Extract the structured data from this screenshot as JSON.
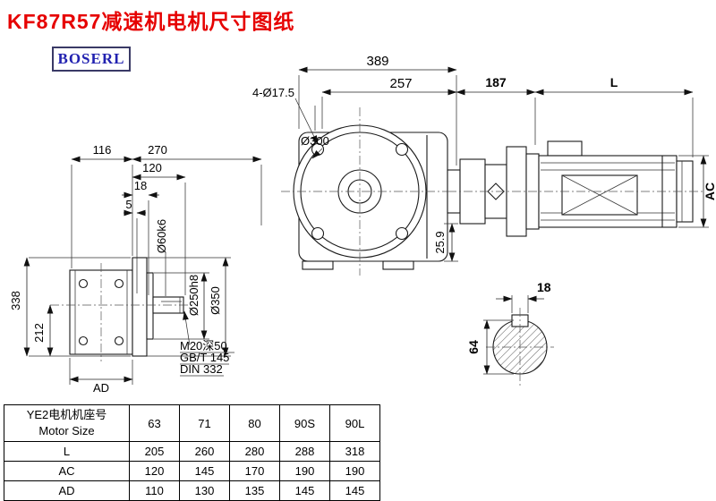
{
  "page": {
    "title": "KF87R57减速机电机尺寸图纸",
    "logo": "BOSERL"
  },
  "dims": {
    "overall_width": "389",
    "flange_width": "257",
    "bolt_holes": "4-Ø17.5",
    "bolt_circle": "Ø300",
    "adapter_length": "187",
    "motor_length": "L",
    "motor_diameter": "AC",
    "depth_offset": "25.9",
    "body_width": "116",
    "body_depth": "270",
    "shaft_length": "120",
    "key_length": "18",
    "shoulder": "5",
    "shaft_fit": "Ø60k6",
    "spigot_fit": "Ø250h8",
    "flange_od": "Ø350",
    "total_height": "338",
    "axis_height": "212",
    "body_ad": "AD",
    "tap_hole": "M20深50",
    "tap_std1": "GB/T 145",
    "tap_std2": "DIN 332",
    "key_width": "18",
    "shaft_diameter": "64"
  },
  "table": {
    "header_cn": "YE2电机机座号",
    "header_en": "Motor Size",
    "sizes": [
      "63",
      "71",
      "80",
      "90S",
      "90L"
    ],
    "rows": [
      {
        "label": "L",
        "values": [
          "205",
          "260",
          "280",
          "288",
          "318"
        ]
      },
      {
        "label": "AC",
        "values": [
          "120",
          "145",
          "170",
          "190",
          "190"
        ]
      },
      {
        "label": "AD",
        "values": [
          "110",
          "130",
          "135",
          "145",
          "145"
        ]
      }
    ]
  }
}
